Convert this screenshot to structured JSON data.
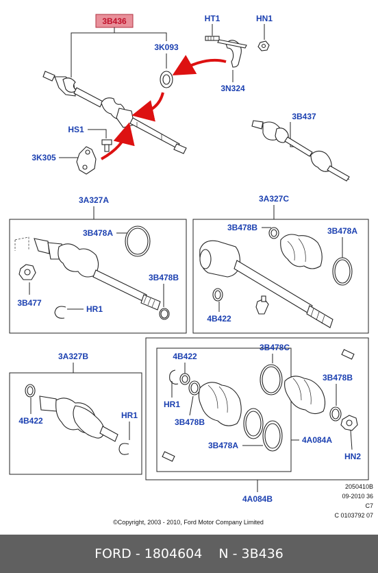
{
  "labels": {
    "main_part": "3B436",
    "ht1": "HT1",
    "hn1": "HN1",
    "k093": "3K093",
    "n324": "3N324",
    "hs1": "HS1",
    "k305": "3K305",
    "b437": "3B437",
    "a327a": "3A327A",
    "a327c": "3A327C",
    "a327b": "3A327B",
    "b478a_1": "3B478A",
    "b478b_1": "3B478B",
    "b477": "3B477",
    "hr1_1": "HR1",
    "b478b_2": "3B478B",
    "b478a_2": "3B478A",
    "b422_1": "4B422",
    "b422_2": "4B422",
    "hr1_2": "HR1",
    "b422_3": "4B422",
    "hr1_3": "HR1",
    "b478b_3": "3B478B",
    "b478c": "3B478C",
    "b478b_4": "3B478B",
    "b478a_3": "3B478A",
    "a084a": "4A084A",
    "hn2": "HN2",
    "a084b": "4A084B"
  },
  "meta": {
    "line1": "2050410B",
    "line2": "09-2010 36",
    "line3": "C7",
    "line4": "C 0103792 07"
  },
  "copyright": "©Copyright, 2003 - 2010, Ford Motor Company Limited",
  "footer": {
    "part": "FORD - 1804604",
    "number": "N - 3B436"
  },
  "colors": {
    "label": "#1a3fb0",
    "highlight": "#e8909a",
    "arrow": "#dd1111",
    "footer_bg": "#606060"
  }
}
